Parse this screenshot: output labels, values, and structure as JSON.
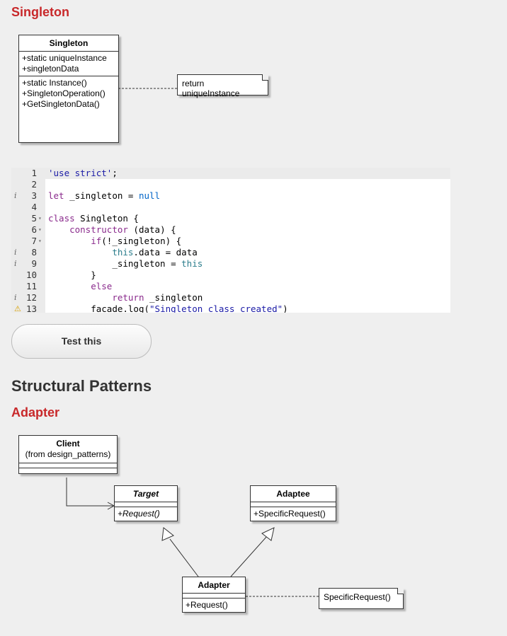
{
  "singleton": {
    "heading": "Singleton",
    "class_box": {
      "name": "Singleton",
      "attributes": [
        "+static uniqueInstance",
        "+singletonData"
      ],
      "operations": [
        "+static Instance()",
        "+SingletonOperation()",
        "+GetSingletonData()"
      ]
    },
    "note": "return uniqueInstance"
  },
  "editor": {
    "lines": [
      {
        "n": "1",
        "code": "'use strict';"
      },
      {
        "n": "2",
        "code": ""
      },
      {
        "n": "3",
        "code": "let _singleton = null",
        "mark": "i"
      },
      {
        "n": "4",
        "code": ""
      },
      {
        "n": "5",
        "code": "class Singleton {",
        "fold": true
      },
      {
        "n": "6",
        "code": "    constructor (data) {",
        "fold": true
      },
      {
        "n": "7",
        "code": "        if(!_singleton) {",
        "fold": true
      },
      {
        "n": "8",
        "code": "            this.data = data",
        "mark": "i"
      },
      {
        "n": "9",
        "code": "            _singleton = this",
        "mark": "i"
      },
      {
        "n": "10",
        "code": "        }"
      },
      {
        "n": "11",
        "code": "        else"
      },
      {
        "n": "12",
        "code": "            return _singleton",
        "mark": "i"
      },
      {
        "n": "13",
        "code": "        facade.log(\"Singleton class created\")",
        "mark": "warn"
      }
    ],
    "fold_glyph": "▾",
    "info_glyph": "i",
    "warning_glyph": "⚠"
  },
  "test_button": "Test this",
  "structural_heading": "Structural Patterns",
  "adapter": {
    "heading": "Adapter",
    "client": {
      "name": "Client",
      "subtitle": "(from design_patterns)"
    },
    "target": {
      "name": "Target",
      "operation": "+Request()"
    },
    "adaptee": {
      "name": "Adaptee",
      "operation": "+SpecificRequest()"
    },
    "adapter_class": {
      "name": "Adapter",
      "operation": "+Request()"
    },
    "note": "SpecificRequest()"
  },
  "colors": {
    "heading_red": "#c8282a",
    "keyword": "#8a2a8c",
    "string": "#1a1aa6"
  }
}
